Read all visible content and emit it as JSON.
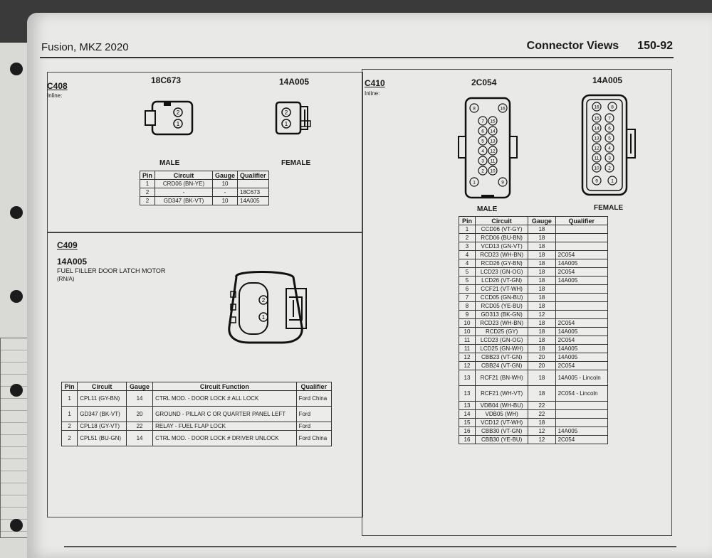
{
  "header": {
    "doc_title": "Fusion, MKZ 2020",
    "section_title": "Connector Views",
    "page_number": "150-92"
  },
  "c408": {
    "id": "C408",
    "type": "Inline:",
    "part_male": "18C673",
    "part_female": "14A005",
    "male_label": "MALE",
    "female_label": "FEMALE",
    "columns": [
      "Pin",
      "Circuit",
      "Gauge",
      "Qualifier"
    ],
    "rows": [
      [
        "1",
        "CRD06 (BN-YE)",
        "10",
        ""
      ],
      [
        "2",
        "-",
        "-",
        "18C673"
      ],
      [
        "2",
        "GD347 (BK-VT)",
        "10",
        "14A005"
      ]
    ]
  },
  "c409": {
    "id": "C409",
    "part": "14A005",
    "description": "FUEL FILLER DOOR LATCH MOTOR",
    "note": "(RN/A)",
    "columns": [
      "Pin",
      "Circuit",
      "Gauge",
      "Circuit Function",
      "Qualifier"
    ],
    "rows": [
      [
        "1",
        "CPL11 (GY-BN)",
        "14",
        "CTRL MOD. - DOOR LOCK # ALL LOCK",
        "Ford China"
      ],
      [
        "1",
        "GD347 (BK-VT)",
        "20",
        "GROUND - PILLAR C OR QUARTER PANEL LEFT",
        "Ford"
      ],
      [
        "2",
        "CPL18 (GY-VT)",
        "22",
        "RELAY - FUEL FLAP LOCK",
        "Ford"
      ],
      [
        "2",
        "CPL51 (BU-GN)",
        "14",
        "CTRL MOD. - DOOR LOCK # DRIVER UNLOCK",
        "Ford China"
      ]
    ]
  },
  "c410": {
    "id": "C410",
    "type": "Inline:",
    "part_male": "2C054",
    "part_female": "14A005",
    "male_label": "MALE",
    "female_label": "FEMALE",
    "columns": [
      "Pin",
      "Circuit",
      "Gauge",
      "Qualifier"
    ],
    "rows": [
      [
        "1",
        "CCD06 (VT-GY)",
        "18",
        ""
      ],
      [
        "2",
        "RCD06 (BU-BN)",
        "18",
        ""
      ],
      [
        "3",
        "VCD13 (GN-VT)",
        "18",
        ""
      ],
      [
        "4",
        "RCD23 (WH-BN)",
        "18",
        "2C054"
      ],
      [
        "4",
        "RCD26 (GY-BN)",
        "18",
        "14A005"
      ],
      [
        "5",
        "LCD23 (GN-OG)",
        "18",
        "2C054"
      ],
      [
        "5",
        "LCD26 (VT-GN)",
        "18",
        "14A005"
      ],
      [
        "6",
        "CCF21 (VT-WH)",
        "18",
        ""
      ],
      [
        "7",
        "CCD05 (GN-BU)",
        "18",
        ""
      ],
      [
        "8",
        "RCD05 (YE-BU)",
        "18",
        ""
      ],
      [
        "9",
        "GD313 (BK-GN)",
        "12",
        ""
      ],
      [
        "10",
        "RCD23 (WH-BN)",
        "18",
        "2C054"
      ],
      [
        "10",
        "RCD25 (GY)",
        "18",
        "14A005"
      ],
      [
        "11",
        "LCD23 (GN-OG)",
        "18",
        "2C054"
      ],
      [
        "11",
        "LCD25 (GN-WH)",
        "18",
        "14A005"
      ],
      [
        "12",
        "CBB23 (VT-GN)",
        "20",
        "14A005"
      ],
      [
        "12",
        "CBB24 (VT-GN)",
        "20",
        "2C054"
      ],
      [
        "13",
        "RCF21 (BN-WH)",
        "18",
        "14A005 - Lincoln"
      ],
      [
        "13",
        "RCF21 (WH-VT)",
        "18",
        "2C054 - Lincoln"
      ],
      [
        "13",
        "VDB04 (WH-BU)",
        "22",
        ""
      ],
      [
        "14",
        "VDB05 (WH)",
        "22",
        ""
      ],
      [
        "15",
        "VCD12 (VT-WH)",
        "18",
        ""
      ],
      [
        "16",
        "CBB30 (VT-GN)",
        "12",
        "14A005"
      ],
      [
        "16",
        "CBB30 (YE-BU)",
        "12",
        "2C054"
      ]
    ]
  }
}
